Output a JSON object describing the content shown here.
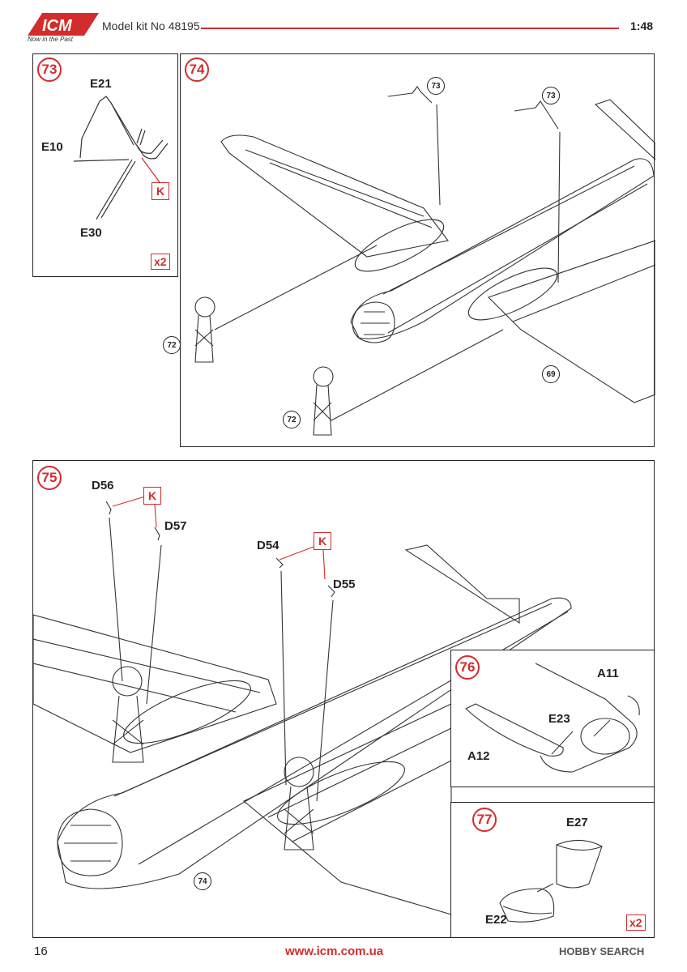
{
  "header": {
    "brand": "ICM",
    "tagline": "Now in the Past",
    "title": "Model kit No 48195",
    "scale": "1:48"
  },
  "steps": {
    "s73": {
      "number": "73",
      "parts": {
        "e21": "E21",
        "e10": "E10",
        "e30": "E30"
      },
      "k_label": "K",
      "multiplier": "x2"
    },
    "s74": {
      "number": "74",
      "refs": {
        "r73a": "73",
        "r73b": "73",
        "r72a": "72",
        "r72b": "72",
        "r69": "69"
      }
    },
    "s75": {
      "number": "75",
      "parts": {
        "d56": "D56",
        "d57": "D57",
        "d54": "D54",
        "d55": "D55"
      },
      "k_label_a": "K",
      "k_label_b": "K",
      "refs": {
        "r74": "74"
      }
    },
    "s76": {
      "number": "76",
      "parts": {
        "a11": "A11",
        "e23": "E23",
        "a12": "A12"
      }
    },
    "s77": {
      "number": "77",
      "parts": {
        "e27": "E27",
        "e22": "E22"
      },
      "multiplier": "x2"
    }
  },
  "footer": {
    "page_number": "16",
    "url": "www.icm.com.ua",
    "watermark": "HOBBY SEARCH"
  },
  "colors": {
    "accent": "#d22c2c",
    "ink": "#222222"
  }
}
